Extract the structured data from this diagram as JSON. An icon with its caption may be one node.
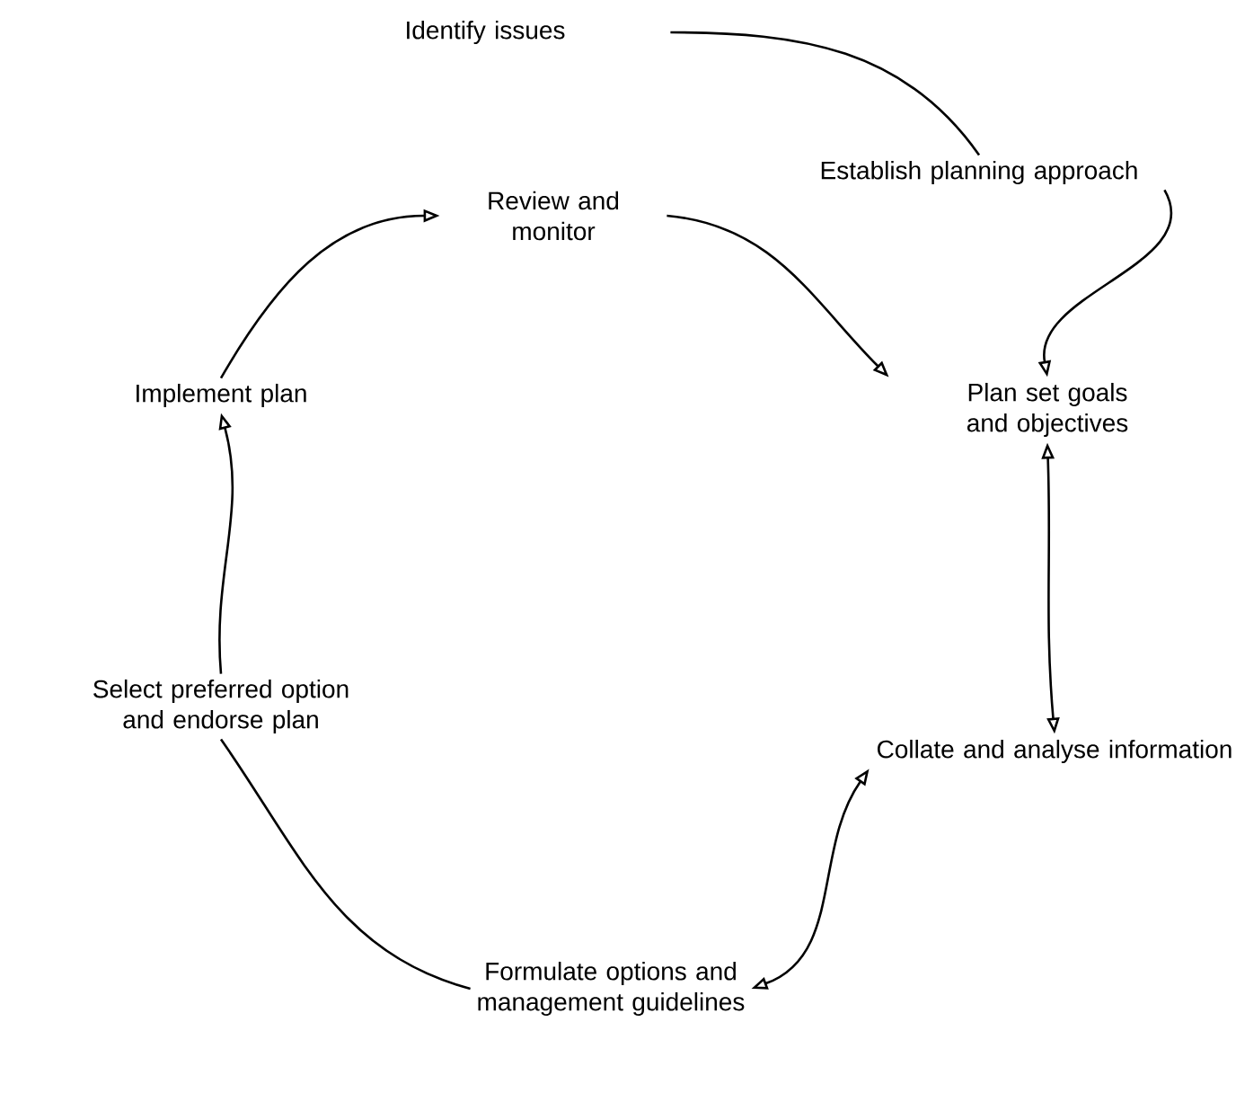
{
  "diagram": {
    "nodes": [
      {
        "text": [
          "Identify issues"
        ]
      },
      {
        "text": [
          "Establish planning approach"
        ]
      },
      {
        "text": [
          "Review and monitor"
        ]
      },
      {
        "text": [
          "Plan set goals and objectives"
        ]
      },
      {
        "text": [
          "Implement plan"
        ]
      },
      {
        "text": [
          "Collate and analyse information"
        ]
      },
      {
        "text": [
          "Select preferred option and endorse plan"
        ]
      },
      {
        "text": [
          "Formulate options and management guidelines"
        ]
      }
    ],
    "edges": [
      {
        "from": 0,
        "to": 1,
        "arrow": "none"
      },
      {
        "from": 1,
        "to": 3,
        "arrow": "to"
      },
      {
        "from": 2,
        "to": 3,
        "arrow": "to"
      },
      {
        "from": 4,
        "to": 2,
        "arrow": "to"
      },
      {
        "from": 3,
        "to": 5,
        "arrow": "both"
      },
      {
        "from": 5,
        "to": 7,
        "arrow": "both"
      },
      {
        "from": 6,
        "to": 7,
        "arrow": "none"
      },
      {
        "from": 6,
        "to": 4,
        "arrow": "to"
      }
    ]
  }
}
